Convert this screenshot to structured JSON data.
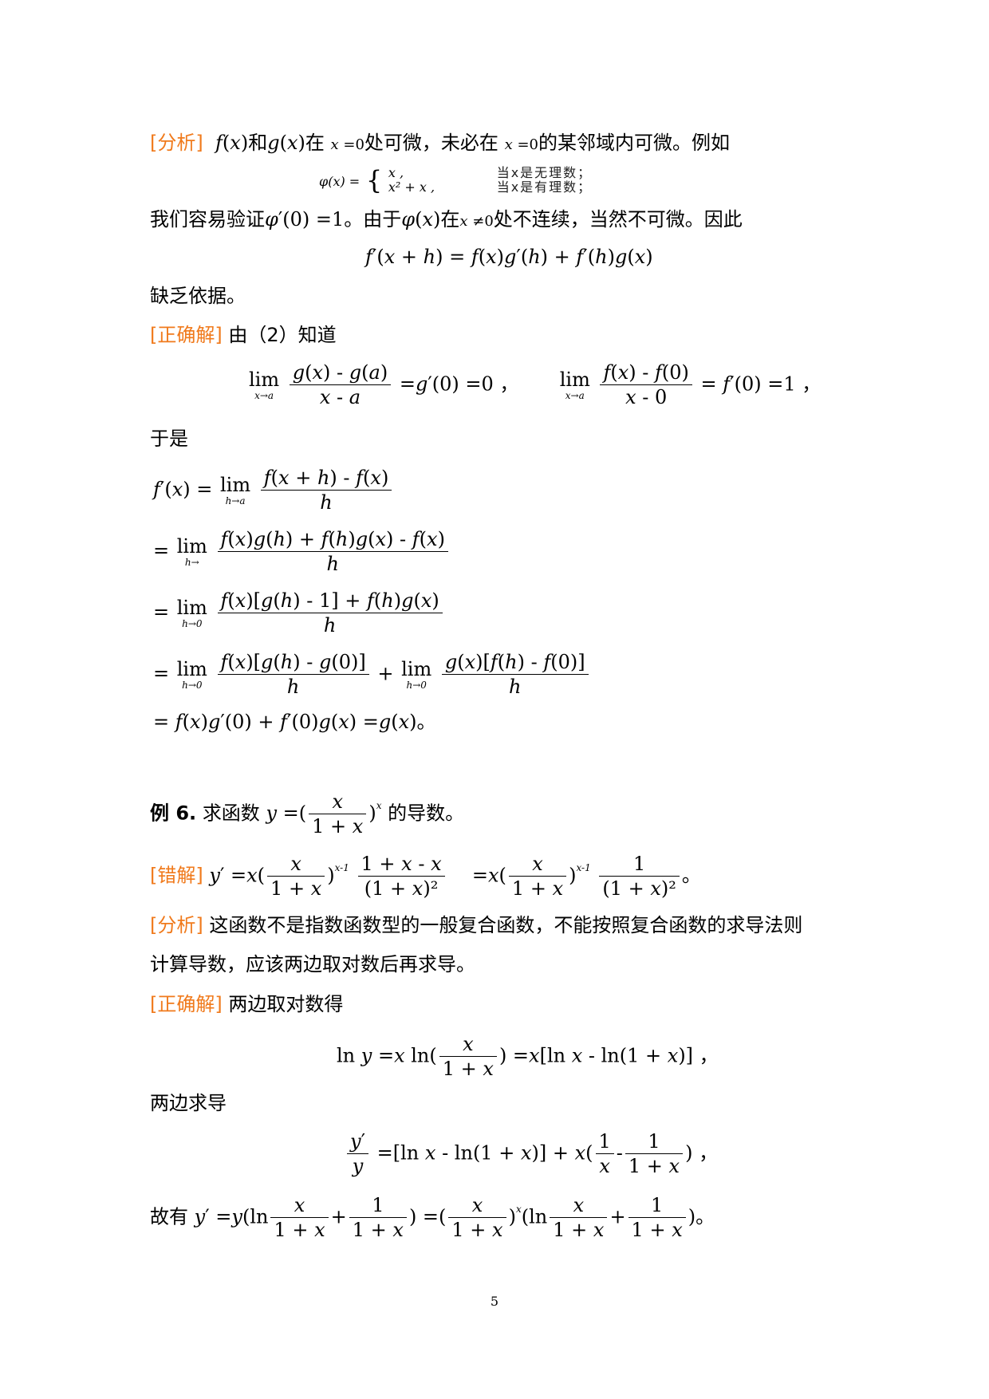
{
  "labels": {
    "analysis": "[分析]",
    "correct": "[正确解]",
    "wrong": "[错解]"
  },
  "p1": {
    "t1": "和",
    "t2": "在",
    "t3": "处可微，未必在",
    "t4": "的某邻域内可微。例如"
  },
  "piecewise": {
    "case1": "当x是无理数；",
    "case2": "当x是有理数；"
  },
  "p2": {
    "t1": "我们容易验证",
    "t2": "。由于",
    "t3": "在",
    "t4": "处不连续，当然不可微。因此"
  },
  "p3": {
    "t1": "缺乏依据。"
  },
  "p4": {
    "t1": "由（2）知道"
  },
  "p5": {
    "t1": "于是"
  },
  "ex6": {
    "title": "例 6.",
    "t1": "求函数",
    "t2": "的导数。"
  },
  "p6": {
    "t1": "这函数不是指数函数型的一般复合函数，不能按照复合函数的求导法则",
    "t2": "计算导数，应该两边取对数后再求导。"
  },
  "p7": {
    "t1": "两边取对数得"
  },
  "p8": {
    "t1": "两边求导"
  },
  "p9": {
    "t1": "故有"
  },
  "punct": {
    "comma": "，",
    "period": "。"
  },
  "page_number": "5"
}
